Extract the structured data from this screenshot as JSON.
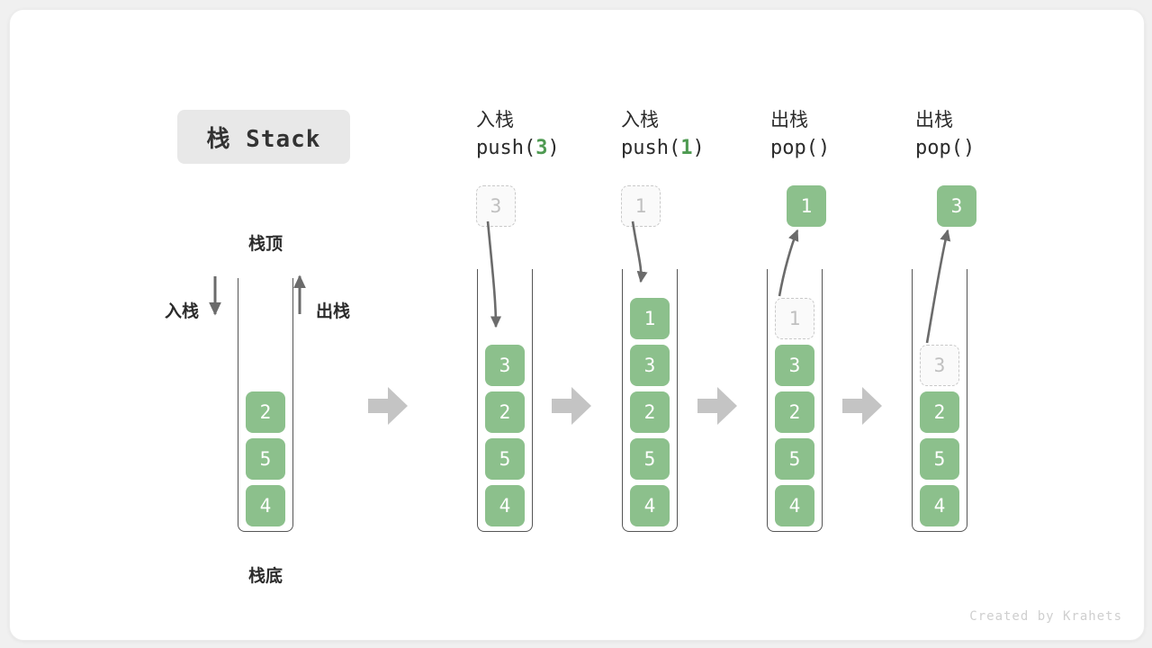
{
  "title": {
    "text": "栈 Stack"
  },
  "left_panel": {
    "label_top": "栈顶",
    "label_bottom": "栈底",
    "label_push": "入栈",
    "label_pop": "出栈",
    "cells": [
      "2",
      "5",
      "4"
    ]
  },
  "columns": [
    {
      "id": "push-3",
      "head_cn": "入栈",
      "code_prefix": "push(",
      "code_num": "3",
      "code_suffix": ")",
      "floating": {
        "value": "3",
        "style": "ghost",
        "position": "above"
      },
      "arrow": "down-into-stack",
      "cells": [
        "3",
        "2",
        "5",
        "4"
      ],
      "cell_styles": [
        "solid",
        "solid",
        "solid",
        "solid"
      ]
    },
    {
      "id": "push-1",
      "head_cn": "入栈",
      "code_prefix": "push(",
      "code_num": "1",
      "code_suffix": ")",
      "floating": {
        "value": "1",
        "style": "ghost",
        "position": "above"
      },
      "arrow": "down-into-stack",
      "cells": [
        "1",
        "3",
        "2",
        "5",
        "4"
      ],
      "cell_styles": [
        "solid",
        "solid",
        "solid",
        "solid",
        "solid"
      ]
    },
    {
      "id": "pop-1",
      "head_cn": "出栈",
      "code_prefix": "pop(",
      "code_num": "",
      "code_suffix": ")",
      "floating": {
        "value": "1",
        "style": "solid",
        "position": "above"
      },
      "arrow": "up-out-of-stack",
      "cells": [
        "1",
        "3",
        "2",
        "5",
        "4"
      ],
      "cell_styles": [
        "ghost",
        "solid",
        "solid",
        "solid",
        "solid"
      ]
    },
    {
      "id": "pop-3",
      "head_cn": "出栈",
      "code_prefix": "pop(",
      "code_num": "",
      "code_suffix": ")",
      "floating": {
        "value": "3",
        "style": "solid",
        "position": "above"
      },
      "arrow": "up-out-of-stack",
      "cells": [
        "3",
        "2",
        "5",
        "4"
      ],
      "cell_styles": [
        "ghost",
        "solid",
        "solid",
        "solid"
      ]
    }
  ],
  "flow_arrows": 4,
  "footer": {
    "text": "Created by Krahets"
  },
  "colors": {
    "green": "#8cc08c",
    "green_text": "#4e9a51",
    "ghost_border": "#c9c9c9",
    "ghost_text": "#c0c0c0",
    "arrow_gray": "#c4c4c4",
    "line_gray": "#6b6b6b",
    "badge_bg": "#e8e8e8",
    "card_bg": "#ffffff",
    "page_bg": "#f0f0f0"
  }
}
